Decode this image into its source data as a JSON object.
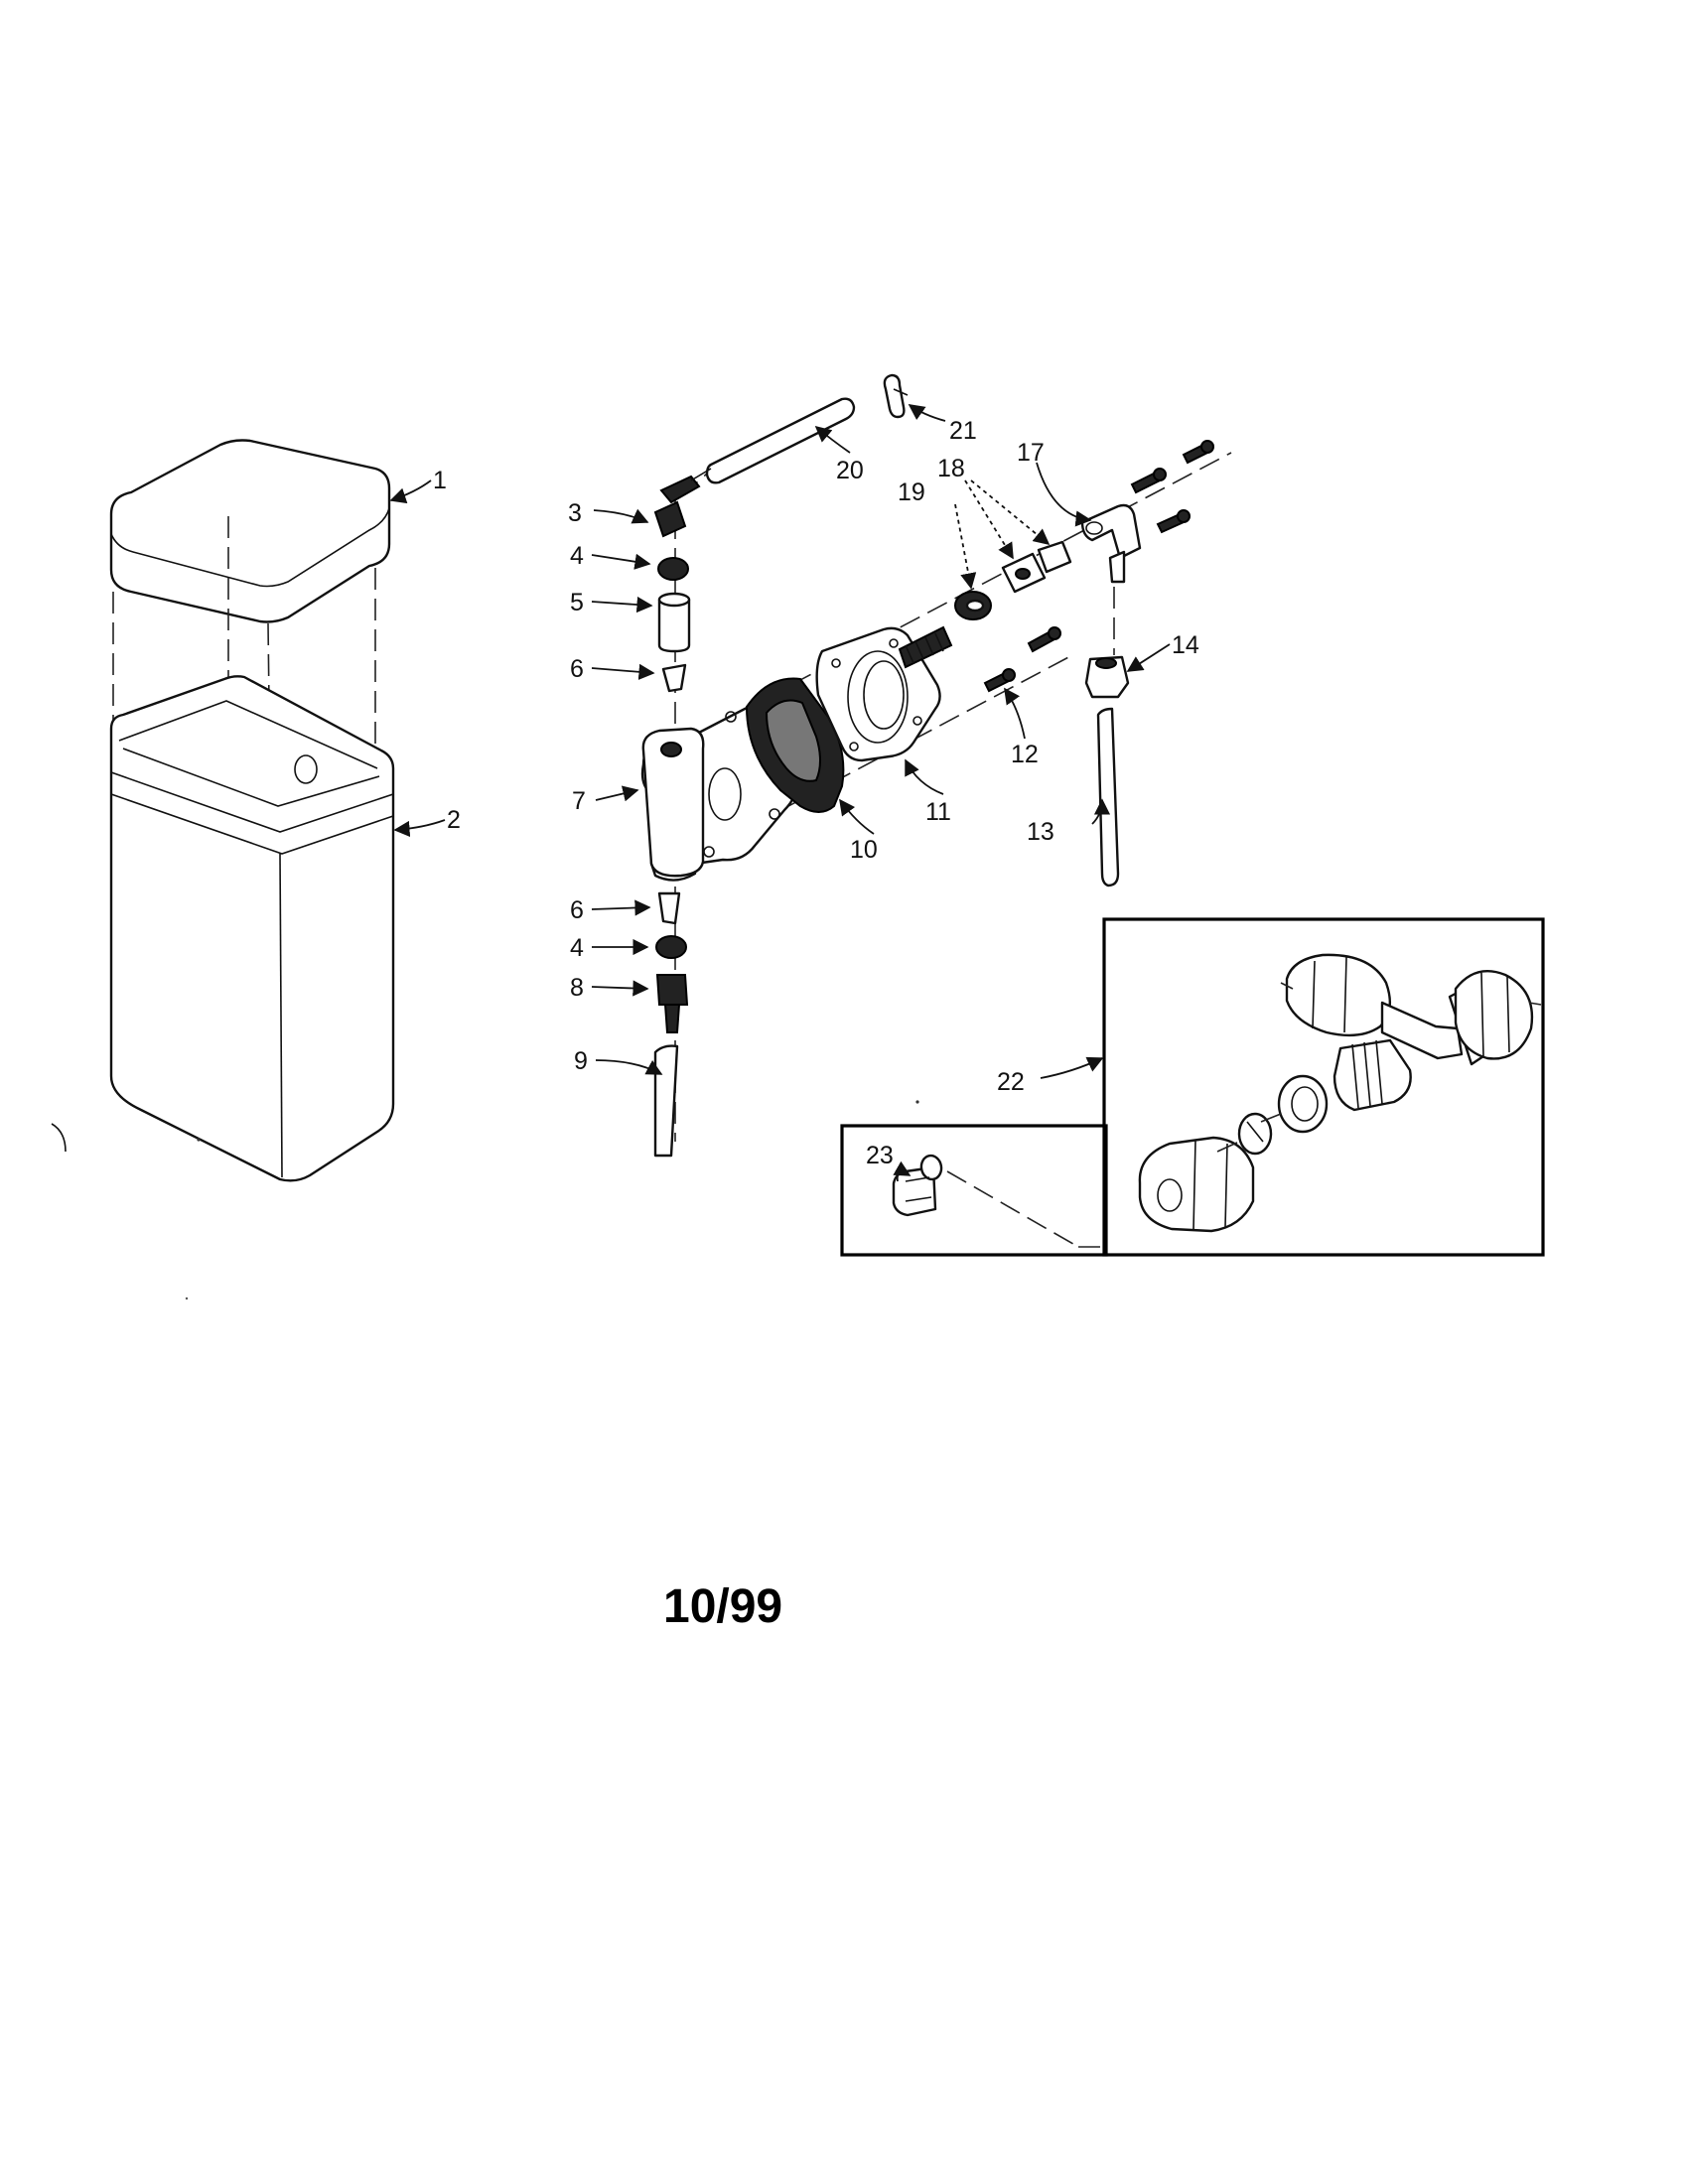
{
  "callouts": {
    "c1": "1",
    "c2": "2",
    "c3": "3",
    "c4a": "4",
    "c4b": "4",
    "c5": "5",
    "c6a": "6",
    "c6b": "6",
    "c7": "7",
    "c8": "8",
    "c9": "9",
    "c10": "10",
    "c11": "11",
    "c12": "12",
    "c13": "13",
    "c14": "14",
    "c17": "17",
    "c18": "18",
    "c19": "19",
    "c20": "20",
    "c21": "21",
    "c22": "22",
    "c23": "23"
  },
  "footer": {
    "date_code": "10/99"
  }
}
